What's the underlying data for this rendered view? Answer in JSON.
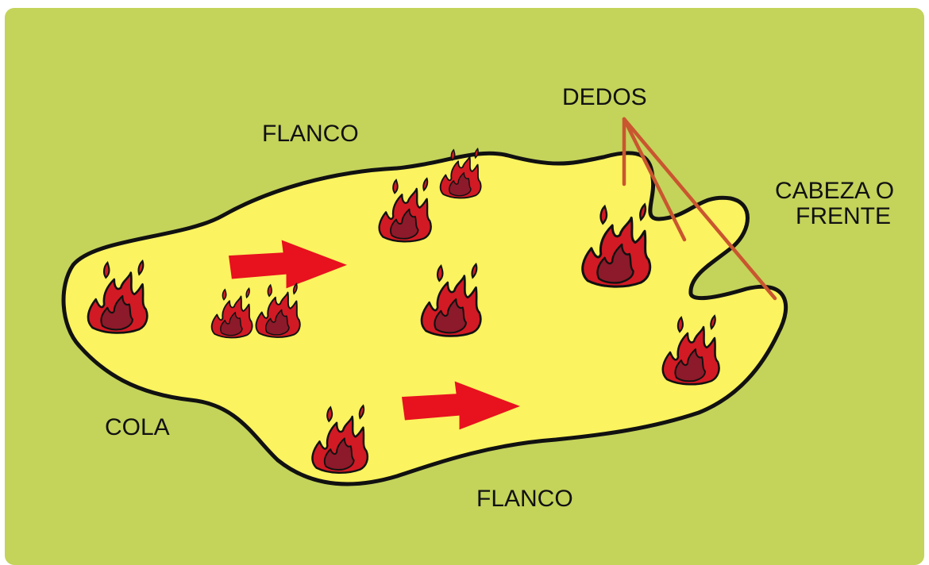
{
  "labels": {
    "top_flank": "FLANCO",
    "bottom_flank": "FLANCO",
    "fingers": "DEDOS",
    "head_line1": "CABEZA O",
    "head_line2": "FRENTE",
    "tail": "COLA"
  },
  "colors": {
    "background": "#c4d35a",
    "burned_area": "#fbf35f",
    "outline": "#111111",
    "arrow": "#e8111e",
    "pointer_lines": "#c9562f",
    "flame_outer": "#d21a24",
    "flame_inner": "#8c1a2a"
  },
  "icons": {
    "flame": "fire-icon",
    "spread_arrow": "arrow-right-icon"
  }
}
